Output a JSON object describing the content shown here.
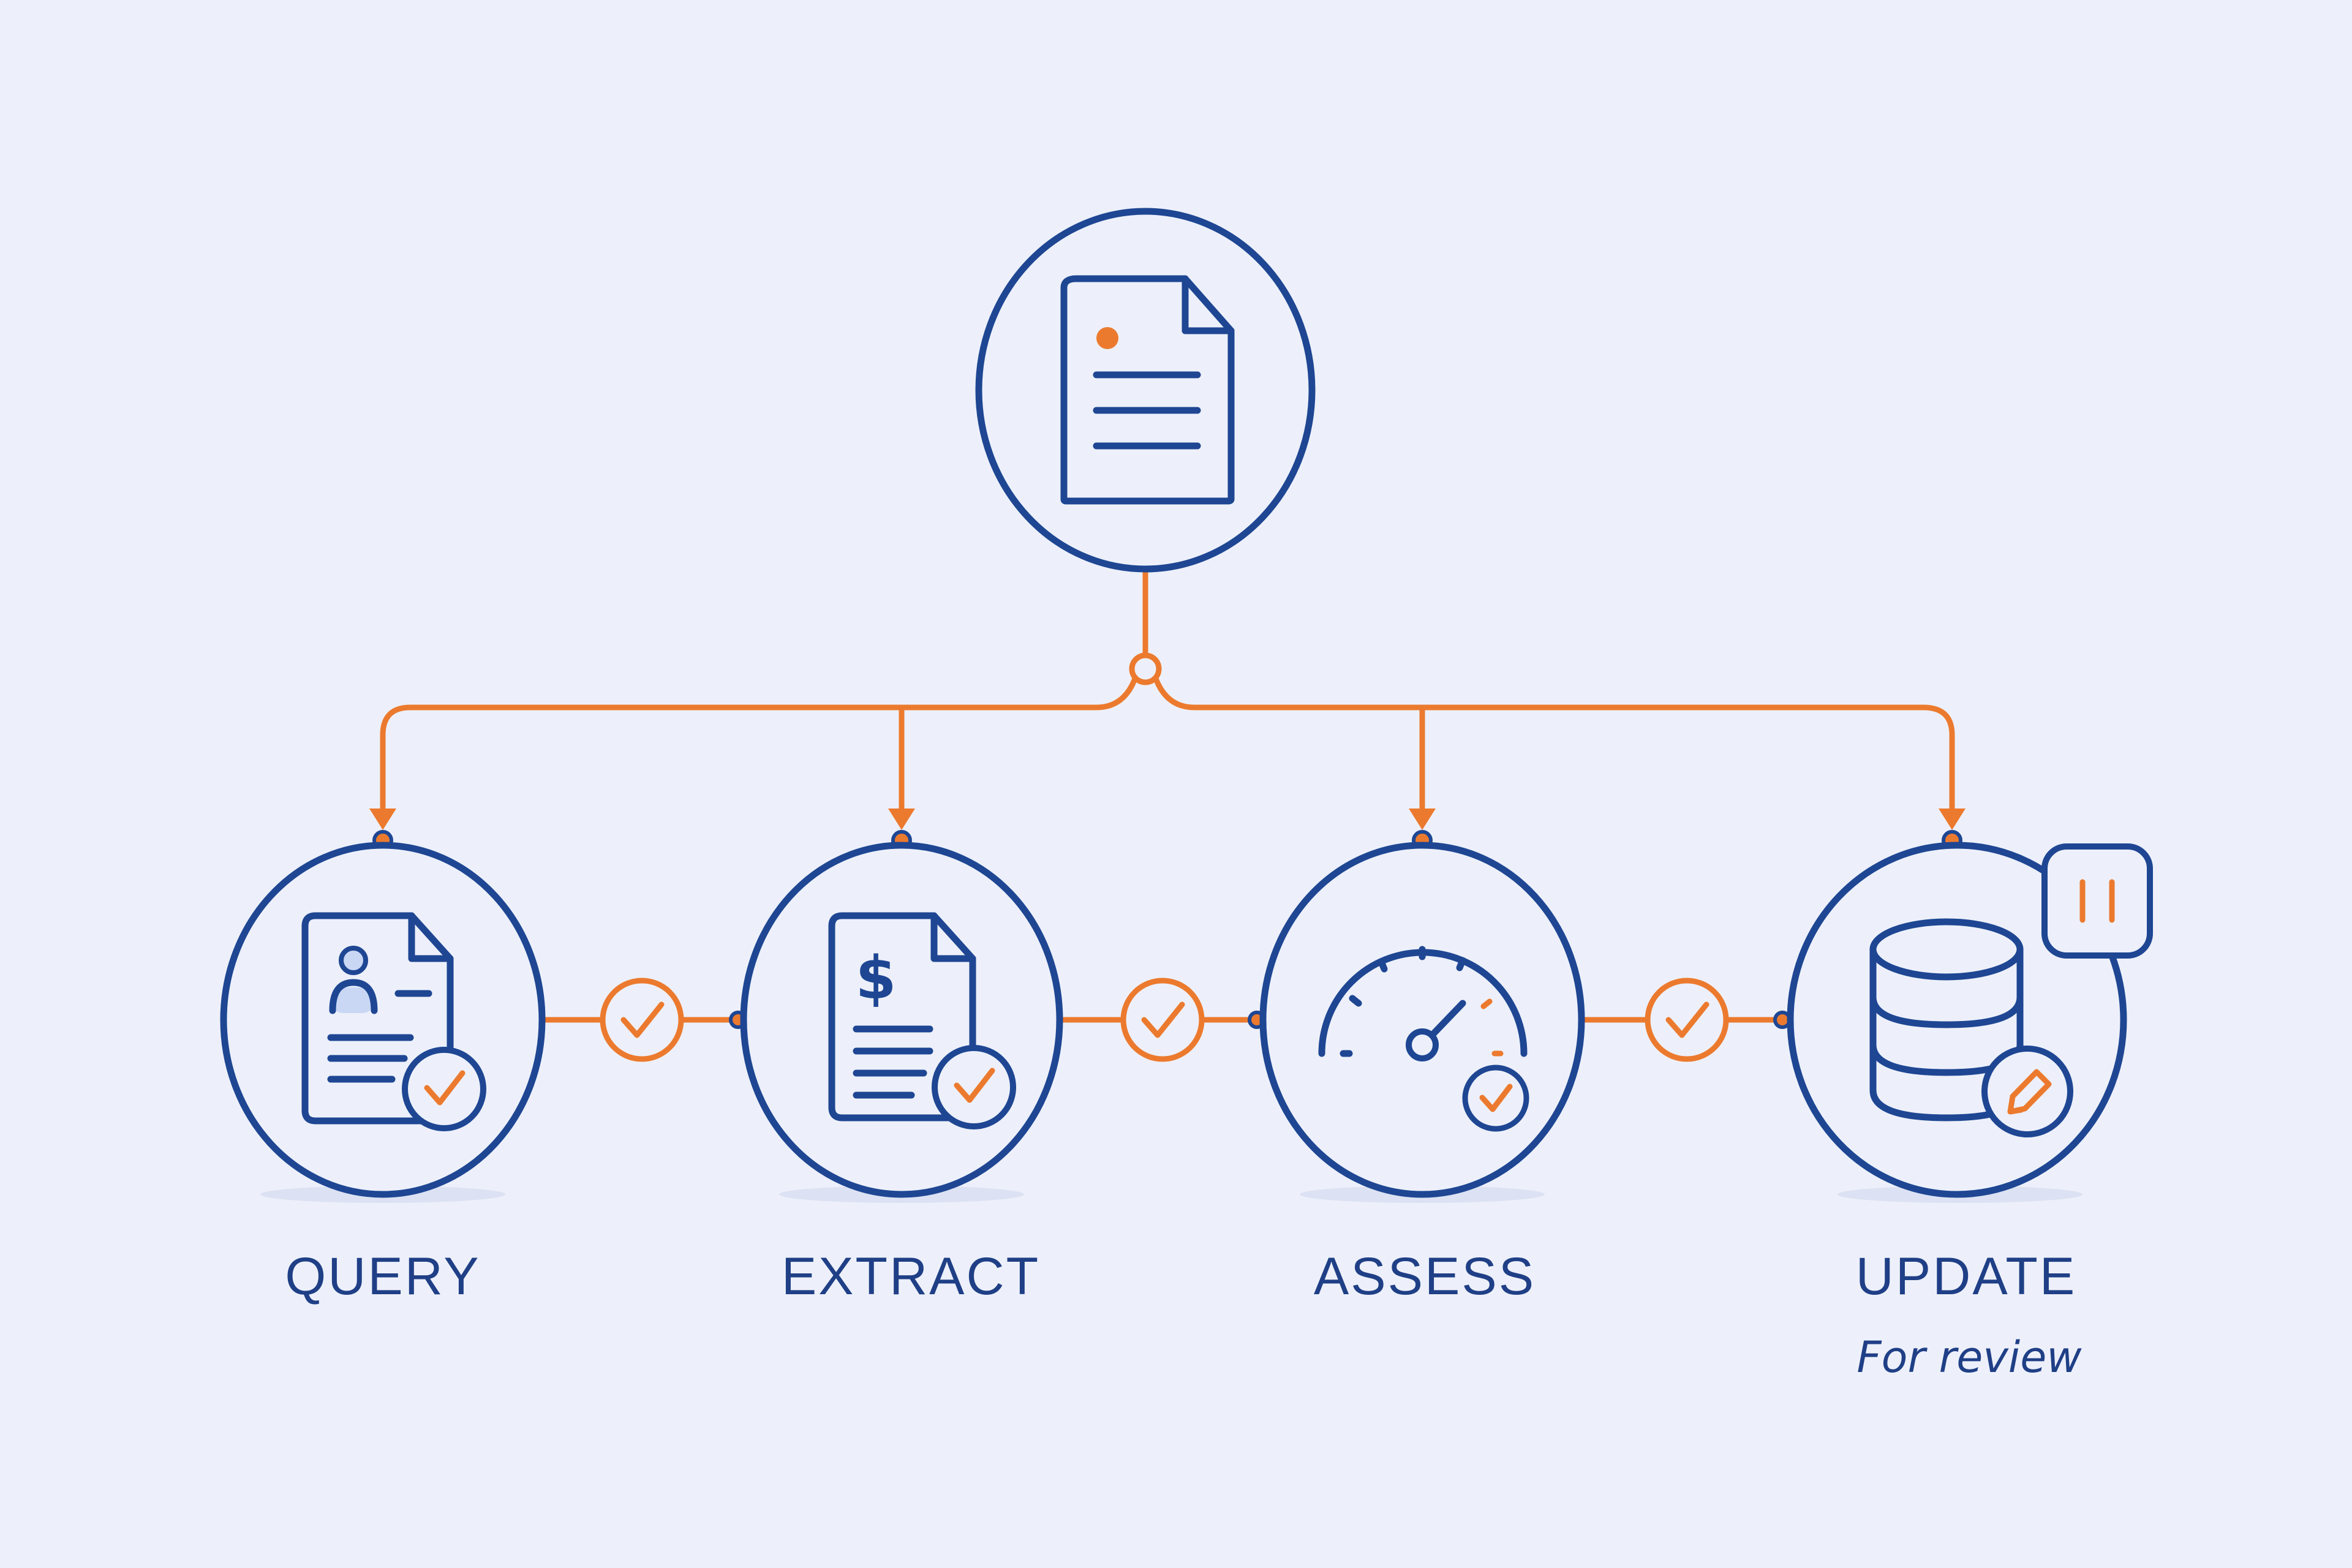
{
  "colors": {
    "background": "#edf0fa",
    "navy": "#1e4693",
    "orange": "#ec7a2e",
    "accent_fill": "#c9d7f5"
  },
  "source": {
    "icon": "document-icon"
  },
  "steps": [
    {
      "label": "QUERY",
      "icon": "profile-document-check-icon",
      "status": ""
    },
    {
      "label": "EXTRACT",
      "icon": "invoice-document-check-icon",
      "status": ""
    },
    {
      "label": "ASSESS",
      "icon": "gauge-check-icon",
      "status": ""
    },
    {
      "label": "UPDATE",
      "icon": "database-edit-icon",
      "status": "For review",
      "badge_icon": "pause-icon"
    }
  ],
  "connectors": [
    {
      "from": "QUERY",
      "to": "EXTRACT",
      "icon": "check-icon"
    },
    {
      "from": "EXTRACT",
      "to": "ASSESS",
      "icon": "check-icon"
    },
    {
      "from": "ASSESS",
      "to": "UPDATE",
      "icon": "check-icon"
    }
  ]
}
